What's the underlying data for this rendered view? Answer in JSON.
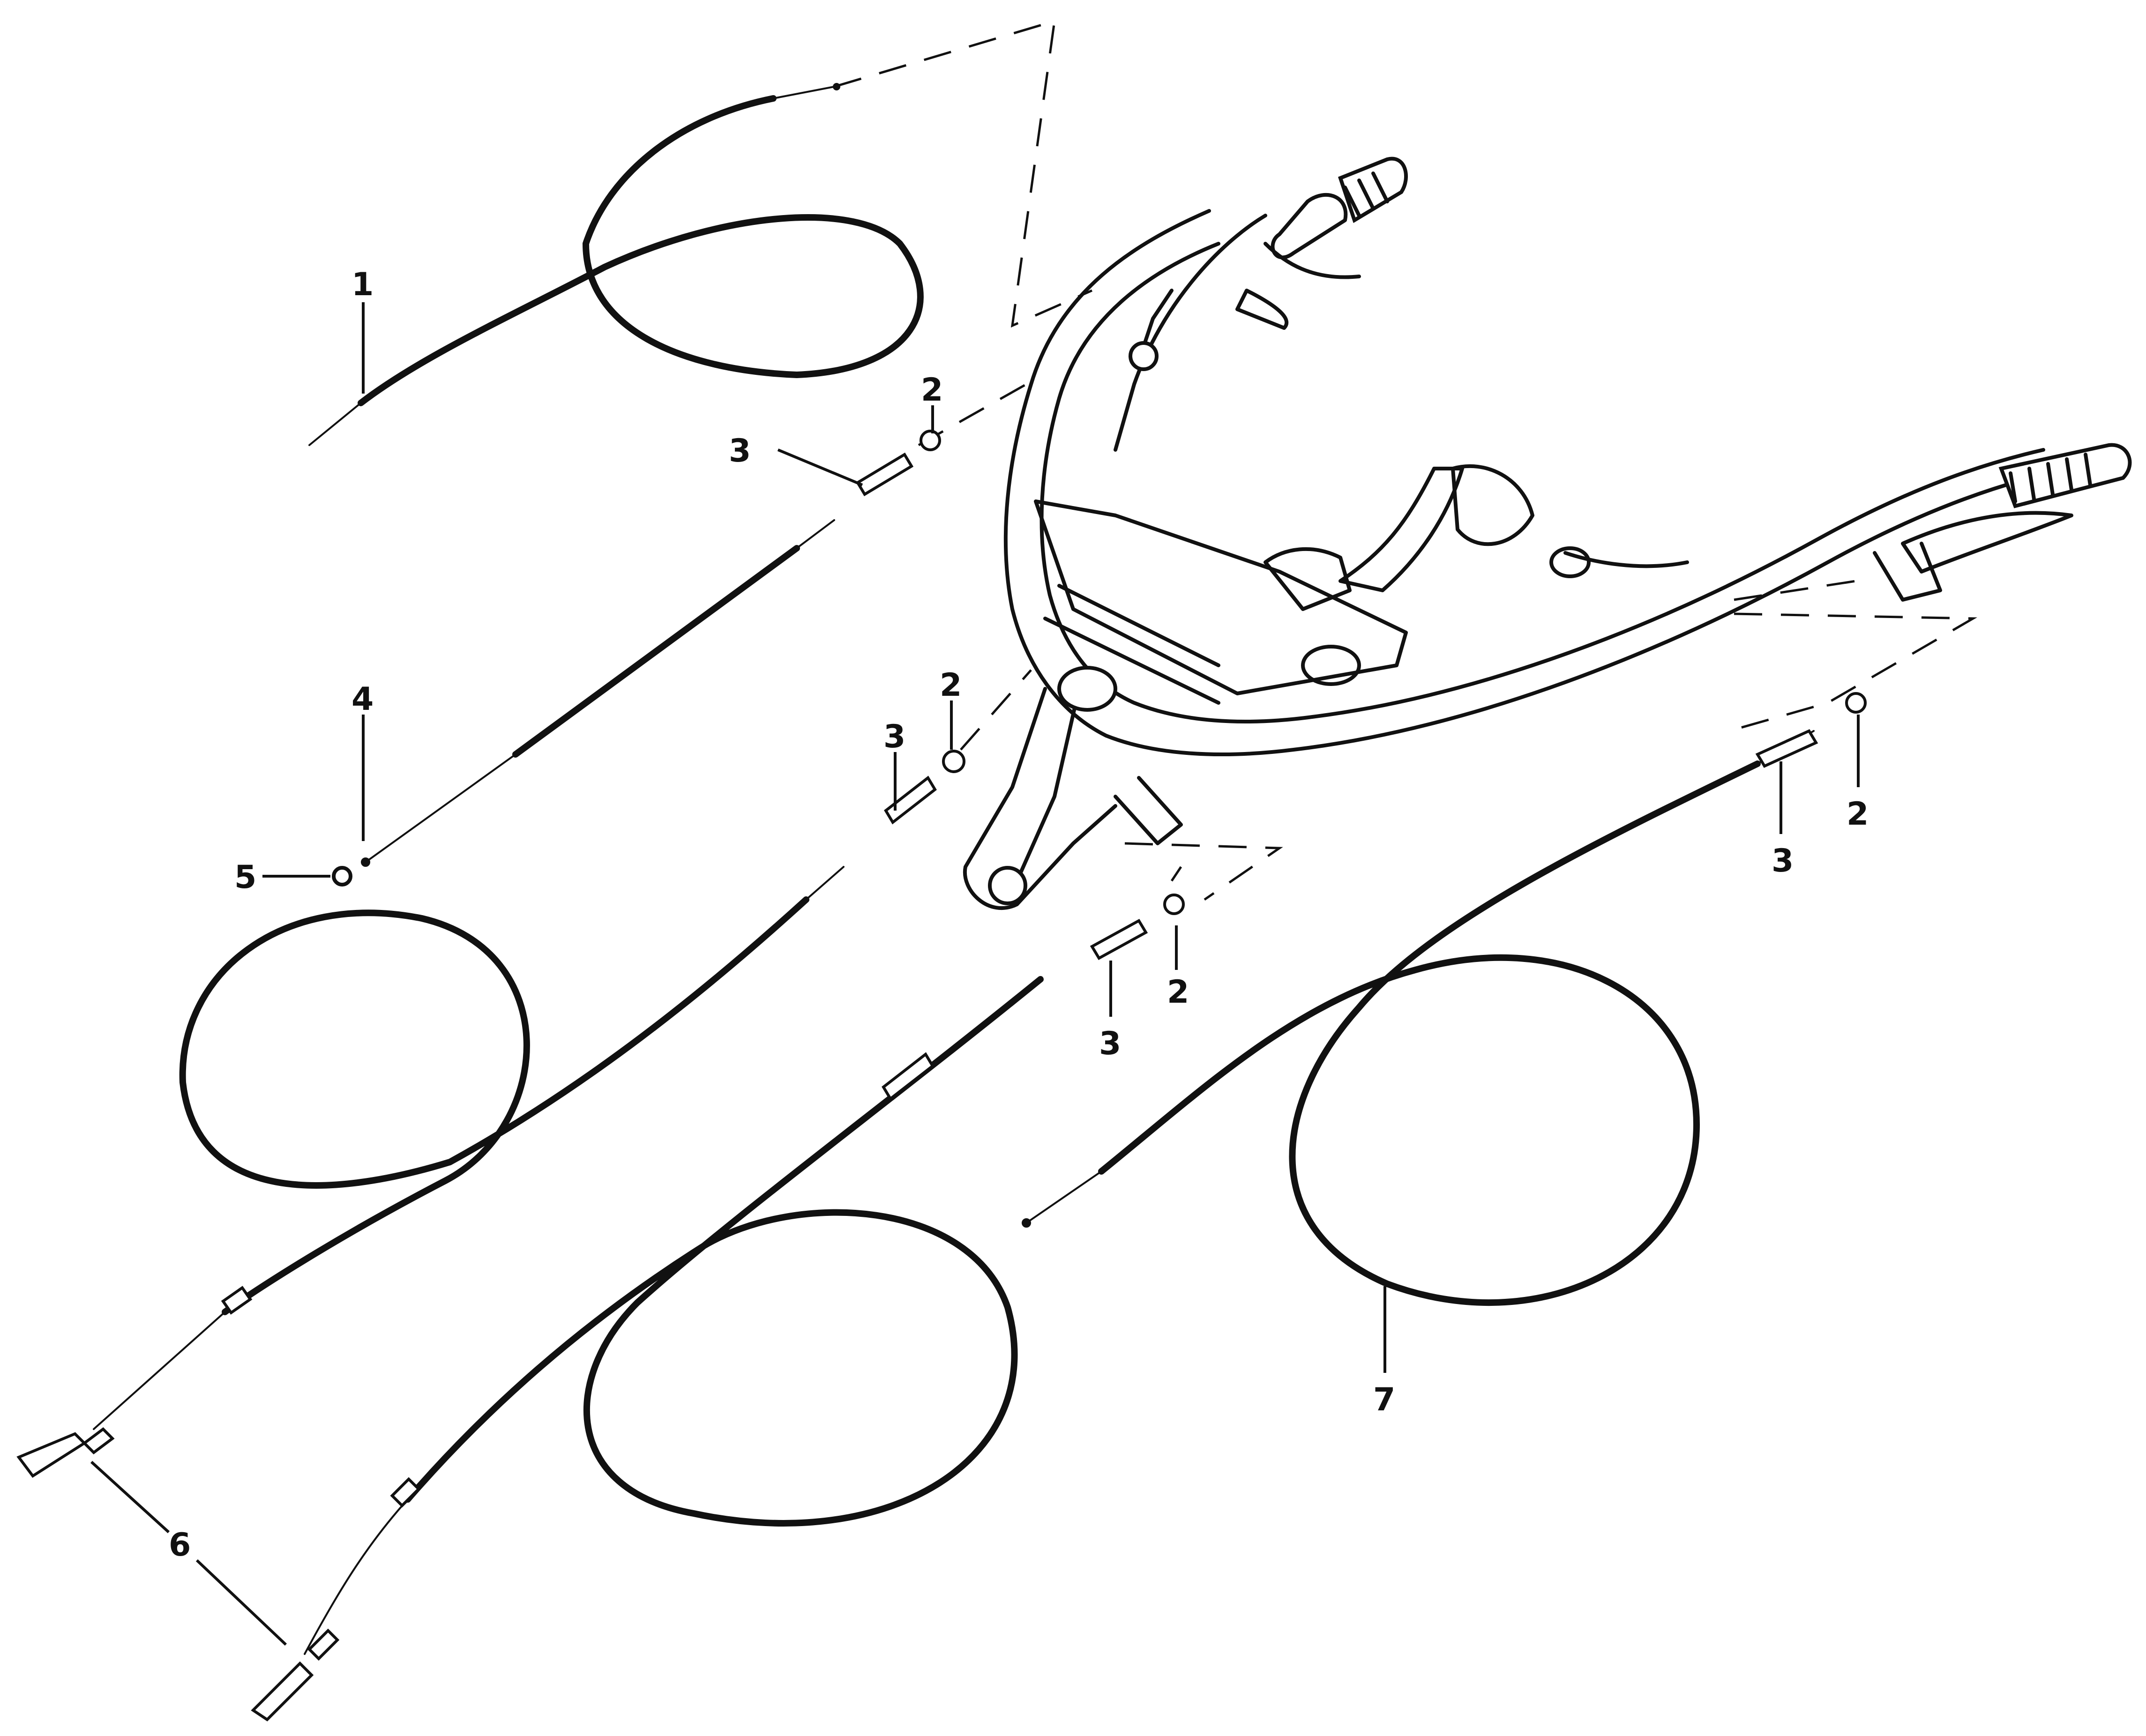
{
  "callouts": {
    "c1": "1",
    "c2a": "2",
    "c2b": "2",
    "c2c": "2",
    "c2d": "2",
    "c3a": "3",
    "c3b": "3",
    "c3c": "3",
    "c3d": "3",
    "c4": "4",
    "c5": "5",
    "c6": "6",
    "c7": "7"
  }
}
